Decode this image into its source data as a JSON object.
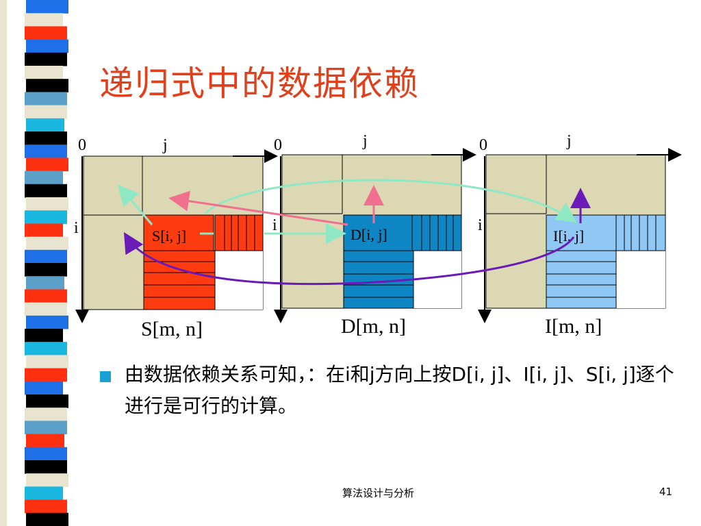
{
  "slide": {
    "title": "递归式中的数据依赖",
    "bullet": "由数据依赖关系可知，：在i和j方向上按D[i, j]、I[i, j]、S[i, j]逐个进行是可行的计算。",
    "footer_center": "算法设计与分析",
    "page_number": "41"
  },
  "diagram": {
    "panels": [
      {
        "id": "S",
        "axis_origin": "0",
        "axis_j": "j",
        "axis_i": "i",
        "cell_label": "S[i, j]",
        "caption": "S[m, n]",
        "fill": "#ff3b10"
      },
      {
        "id": "D",
        "axis_origin": "0",
        "axis_j": "j",
        "axis_i": "i",
        "cell_label": "D[i, j]",
        "caption": "D[m, n]",
        "fill": "#0f86c4"
      },
      {
        "id": "I",
        "axis_origin": "0",
        "axis_j": "j",
        "axis_i": "i",
        "cell_label": "I[i, j]",
        "caption": "I[m, n]",
        "fill": "#8fc8f4"
      }
    ],
    "colors": {
      "grid_fill": "#ddd8b4",
      "arrow_green": "#8fe8c4",
      "arrow_pink": "#f07090",
      "arrow_purple": "#6a1ab8"
    }
  },
  "decoration": {
    "left_stripes": [
      "#1e6fe8",
      "#e8e4d0",
      "#ff3010",
      "#1e6fe8",
      "#000000",
      "#e8e4d0",
      "#000000",
      "#5aa0c8",
      "#e8e4d0",
      "#1ab8e0",
      "#000000",
      "#1e6fe8",
      "#ff3010",
      "#5aa0c8",
      "#000000",
      "#e8e4d0",
      "#1ab8e0",
      "#ff3010",
      "#e8e4d0",
      "#1e6fe8",
      "#000000",
      "#5aa0c8",
      "#ff3010",
      "#e8e4d0",
      "#1e6fe8",
      "#000000",
      "#1ab8e0",
      "#e8e4d0",
      "#ff3010",
      "#1e6fe8",
      "#000000",
      "#e8e4d0",
      "#5aa0c8",
      "#ff3010",
      "#1e6fe8",
      "#000000",
      "#e8e4d0",
      "#1ab8e0",
      "#ff3010",
      "#000000"
    ]
  }
}
